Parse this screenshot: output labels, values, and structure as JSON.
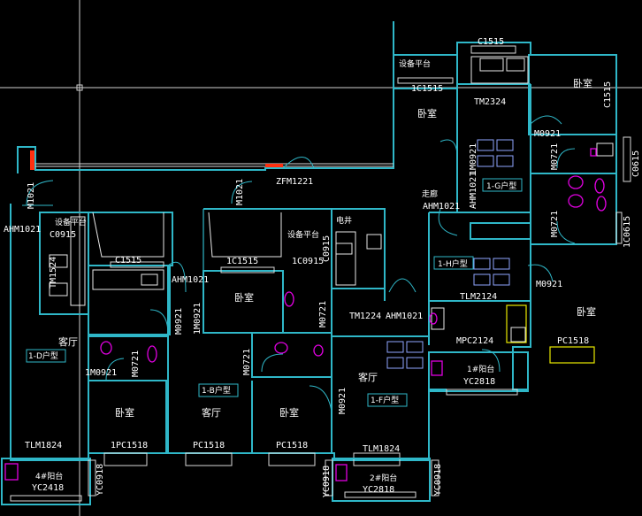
{
  "labels": {
    "c1515_top": "C1515",
    "sbpt_top": "设备平台",
    "c1c1515": "1C1515",
    "tm2324": "TM2324",
    "woshi_r1": "卧室",
    "woshi_c1": "卧室",
    "c1515_r": "C1515",
    "m0921_r": "M0921",
    "m0721_r": "M0721",
    "c0615_r1": "C0615",
    "am0921": "1M0921",
    "ahm1021_tr": "AHM1021",
    "zoulang": "走廊",
    "ahm1021_mid": "AHM1021",
    "hu_g": "1-G户型",
    "m0721_r2": "M0721",
    "c0615_r2": "1C0615",
    "m1021_l": "M1021",
    "zfm1221": "ZFM1221",
    "m1021_m": "M1021",
    "sbpt_l": "设备平台",
    "c0915_l": "C0915",
    "ahm1021_l": "AHM1021",
    "tm1524": "TM1524",
    "c1515_l": "C1515",
    "ahm1021_c": "AHM1021",
    "c1c1515_m": "1C1515",
    "sbpt_m": "设备平台",
    "c1c0915": "1C0915",
    "dianjing": "电井",
    "c0915_v": "C0915",
    "hu_h": "1-H户型",
    "m0921_r3": "M0921",
    "tlm2124": "TLM2124",
    "woshi_r2": "卧室",
    "woshi_m1": "卧室",
    "m0921_m": "M0921",
    "a1m0921": "1M0921",
    "m0721_m": "M0721",
    "tm1224": "TM1224",
    "ahm1021_f": "AHM1021",
    "mpc2124": "MPC2124",
    "pc1518_r": "PC1518",
    "keting_l": "客厅",
    "hu_d": "1-D户型",
    "m0921_l": "1M0921",
    "m0721_l": "M0721",
    "m0721_b": "M0721",
    "hu_b": "1-B户型",
    "yangtai_1": "1#阳台",
    "yc2818_r": "YC2818",
    "kt_f": "客厅",
    "m0921_f": "M0921",
    "hu_f": "1-F户型",
    "woshi_l": "卧室",
    "keting_b": "客厅",
    "woshi_b": "卧室",
    "tlm1824_l": "TLM1824",
    "pc1518_l": "1PC1518",
    "pc1518_m": "PC1518",
    "pc1518_b": "PC1518",
    "tlm1824_f": "TLM1824",
    "yangtai_4": "4#阳台",
    "yc2418": "YC2418",
    "yc0918_l": "YC0918",
    "yc0918_m": "YC0918",
    "yangtai_2": "2#阳台",
    "yc2818_b": "YC2818",
    "yc0918_r": "YC0918"
  },
  "colors": {
    "background": "#000000",
    "wall": "#2fb7c8",
    "window": "#d8d8d8",
    "window_accent": "#e8e800",
    "fixture": "#e000e0",
    "furniture": "#8fa6ff",
    "marker": "#ff3010",
    "text": "#ffffff"
  }
}
